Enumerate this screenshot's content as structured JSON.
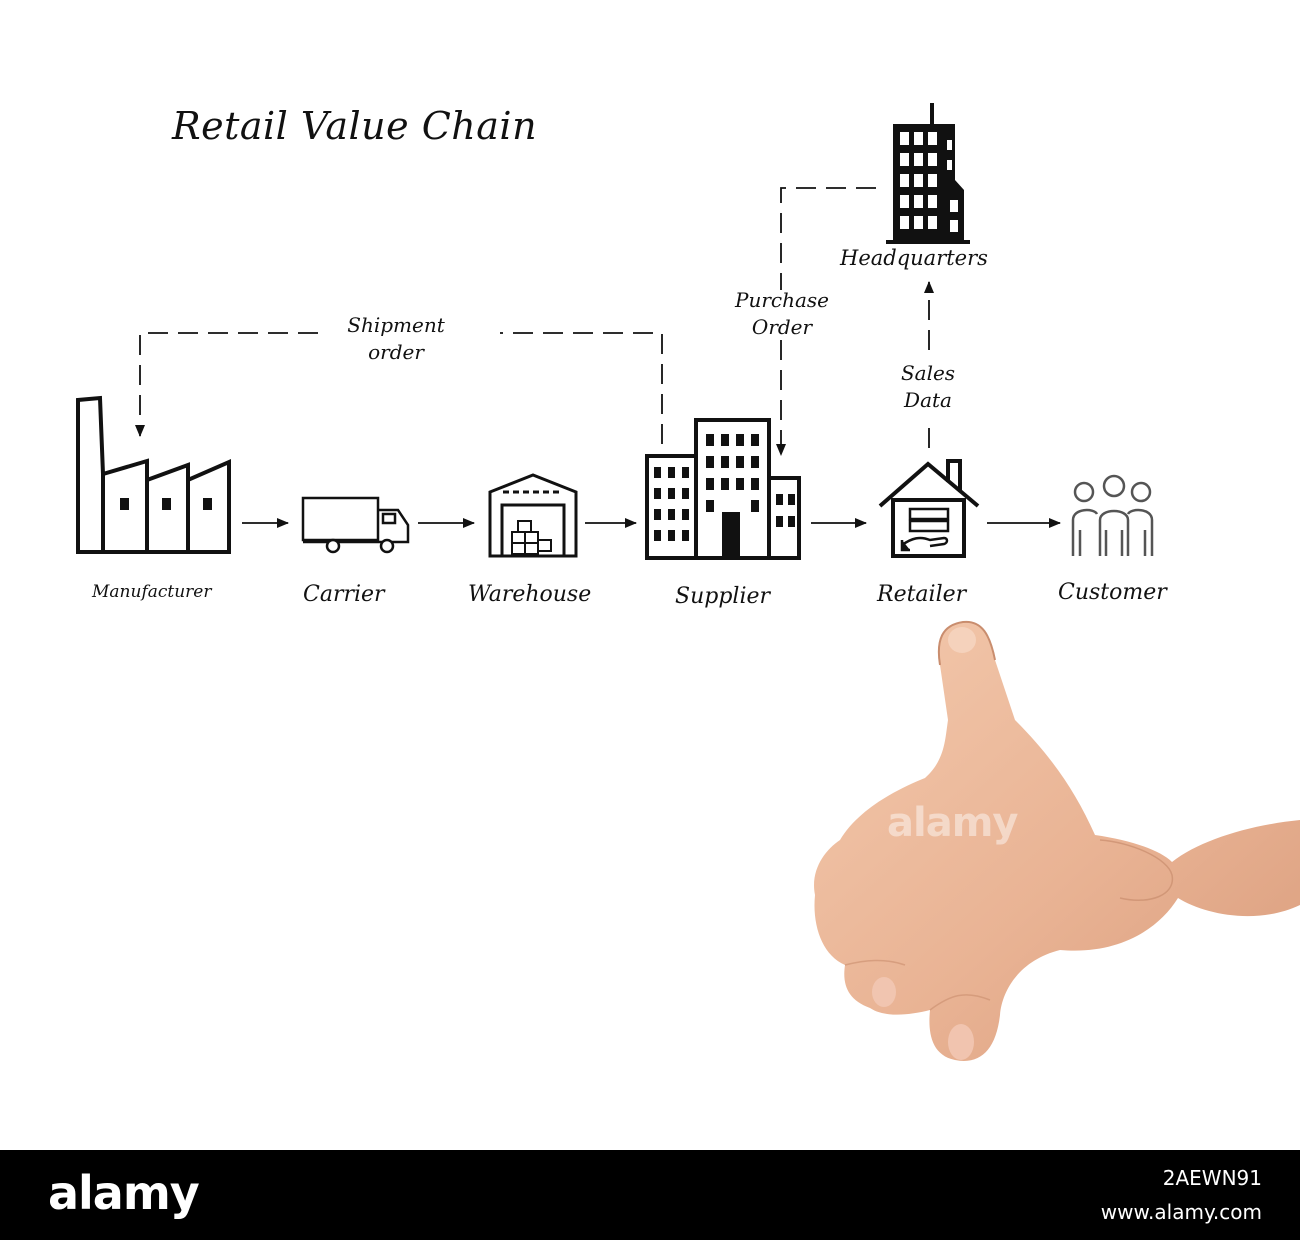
{
  "title": "Retail Value Chain",
  "nodes": {
    "manufacturer": "Manufacturer",
    "carrier": "Carrier",
    "warehouse": "Warehouse",
    "supplier": "Supplier",
    "retailer": "Retailer",
    "customer": "Customer",
    "headquarters": "Headquarters"
  },
  "flows": {
    "shipment_order": [
      "Shipment",
      "order"
    ],
    "purchase_order": [
      "Purchase",
      "Order"
    ],
    "sales_data": [
      "Sales",
      "Data"
    ]
  },
  "watermark": "alamy",
  "footer": {
    "logo": "alamy",
    "image_id": "2AEWN91",
    "url": "www.alamy.com"
  },
  "icons": [
    "factory-icon",
    "truck-icon",
    "warehouse-icon",
    "office-buildings-icon",
    "retail-store-icon",
    "customers-icon",
    "skyscraper-icon",
    "pointing-hand"
  ]
}
